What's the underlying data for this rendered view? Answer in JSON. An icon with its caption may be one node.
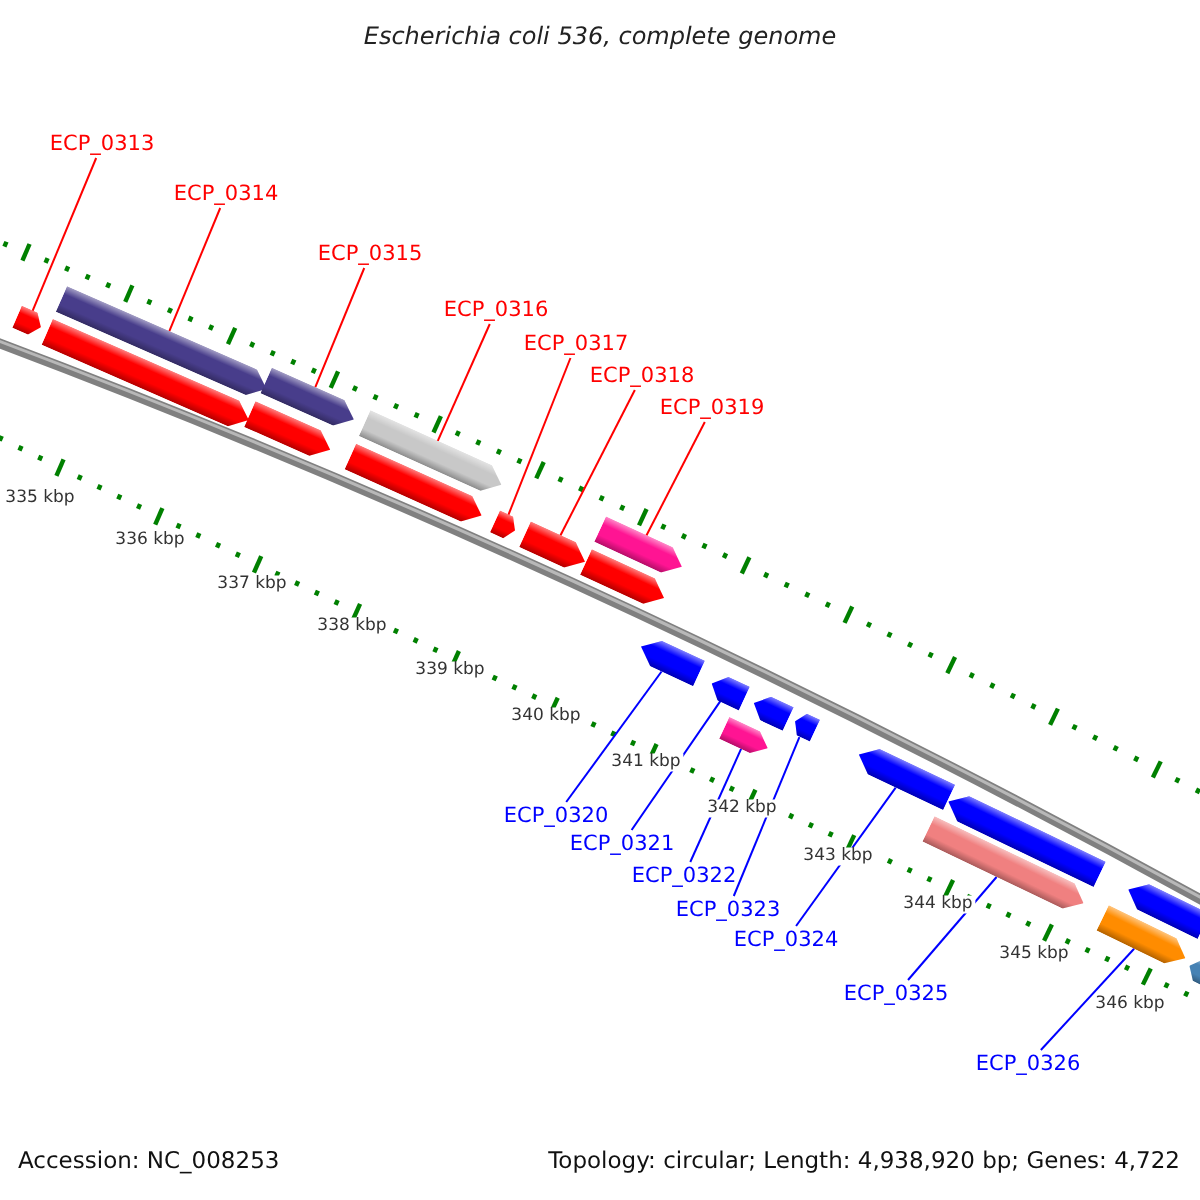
{
  "diagram": {
    "title": "Escherichia coli 536, complete genome",
    "nodes": [
      {
        "text": [
          "ECP_0313"
        ]
      },
      {
        "text": [
          "ECP_0314"
        ]
      },
      {
        "text": [
          "ECP_0315"
        ]
      },
      {
        "text": [
          "ECP_0316"
        ]
      },
      {
        "text": [
          "ECP_0317"
        ]
      },
      {
        "text": [
          "ECP_0318"
        ]
      },
      {
        "text": [
          "ECP_0319"
        ]
      },
      {
        "text": [
          "ECP_0320"
        ]
      },
      {
        "text": [
          "ECP_0321"
        ]
      },
      {
        "text": [
          "ECP_0322"
        ]
      },
      {
        "text": [
          "ECP_0323"
        ]
      },
      {
        "text": [
          "ECP_0324"
        ]
      },
      {
        "text": [
          "ECP_0325"
        ]
      },
      {
        "text": [
          "ECP_0326"
        ]
      },
      {
        "text": [],
        "shape": "arrow"
      },
      {
        "text": [],
        "shape": "arrow"
      },
      {
        "text": [],
        "shape": "arrow"
      },
      {
        "text": [],
        "shape": "arrow"
      },
      {
        "text": [],
        "shape": "arrow"
      },
      {
        "text": [],
        "shape": "arrow"
      },
      {
        "text": [],
        "shape": "arrow"
      },
      {
        "text": [],
        "shape": "arrow"
      },
      {
        "text": [],
        "shape": "arrow"
      },
      {
        "text": [],
        "shape": "arrow"
      },
      {
        "text": [],
        "shape": "arrow"
      },
      {
        "text": [],
        "shape": "arrow"
      },
      {
        "text": [],
        "shape": "arrow"
      },
      {
        "text": [],
        "shape": "arrow"
      },
      {
        "text": [],
        "shape": "arrow"
      },
      {
        "text": [],
        "shape": "arrow"
      },
      {
        "text": [],
        "shape": "arrow"
      },
      {
        "text": [],
        "shape": "arrow"
      },
      {
        "text": [],
        "shape": "arrow"
      },
      {
        "text": [],
        "shape": "arrow"
      },
      {
        "text": [],
        "shape": "arrow"
      },
      {
        "text": [],
        "shape": "arrow"
      }
    ],
    "edges": [
      {
        "from": 0,
        "to": 14,
        "arrow": "none",
        "color": "#ff0000"
      },
      {
        "from": 1,
        "to": 15,
        "arrow": "none",
        "color": "#ff0000"
      },
      {
        "from": 2,
        "to": 16,
        "arrow": "none",
        "color": "#ff0000"
      },
      {
        "from": 3,
        "to": 19,
        "arrow": "none",
        "color": "#ff0000"
      },
      {
        "from": 4,
        "to": 21,
        "arrow": "none",
        "color": "#ff0000"
      },
      {
        "from": 5,
        "to": 22,
        "arrow": "none",
        "color": "#ff0000"
      },
      {
        "from": 6,
        "to": 23,
        "arrow": "none",
        "color": "#ff0000"
      },
      {
        "from": 7,
        "to": 25,
        "arrow": "none",
        "color": "#0000ff"
      },
      {
        "from": 8,
        "to": 26,
        "arrow": "none",
        "color": "#0000ff"
      },
      {
        "from": 9,
        "to": 28,
        "arrow": "none",
        "color": "#0000ff"
      },
      {
        "from": 10,
        "to": 29,
        "arrow": "none",
        "color": "#0000ff"
      },
      {
        "from": 11,
        "to": 30,
        "arrow": "none",
        "color": "#0000ff"
      },
      {
        "from": 12,
        "to": 32,
        "arrow": "none",
        "color": "#0000ff"
      },
      {
        "from": 13,
        "to": 34,
        "arrow": "none",
        "color": "#0000ff"
      }
    ],
    "labels": [
      "335 kbp",
      "336 kbp",
      "337 kbp",
      "338 kbp",
      "339 kbp",
      "340 kbp",
      "341 kbp",
      "342 kbp",
      "343 kbp",
      "344 kbp",
      "345 kbp",
      "346 kbp",
      "Accession: NC_008253",
      "Topology: circular; Length: 4,938,920 bp; Genes: 4,722"
    ]
  }
}
